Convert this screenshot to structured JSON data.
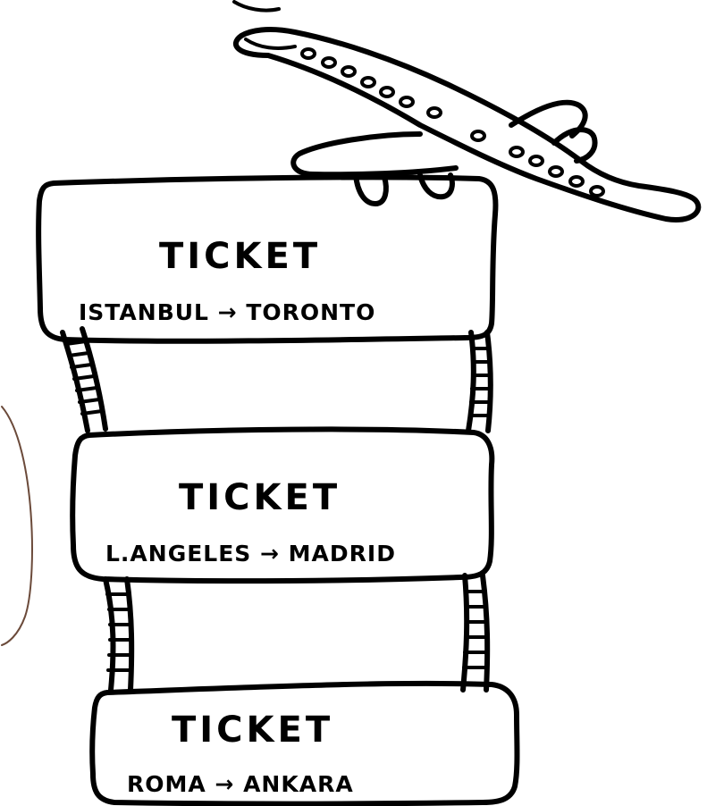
{
  "tickets": [
    {
      "title": "TICKET",
      "route": "ISTANBUL → TORONTO"
    },
    {
      "title": "TICKET",
      "route": "L.ANGELES → MADRID"
    },
    {
      "title": "TICKET",
      "route": "ROMA → ANKARA"
    }
  ],
  "icons": {
    "plane": "airplane-icon",
    "rope": "rope-ladder-icon"
  },
  "colors": {
    "ink": "#000000",
    "paper": "#ffffff"
  }
}
